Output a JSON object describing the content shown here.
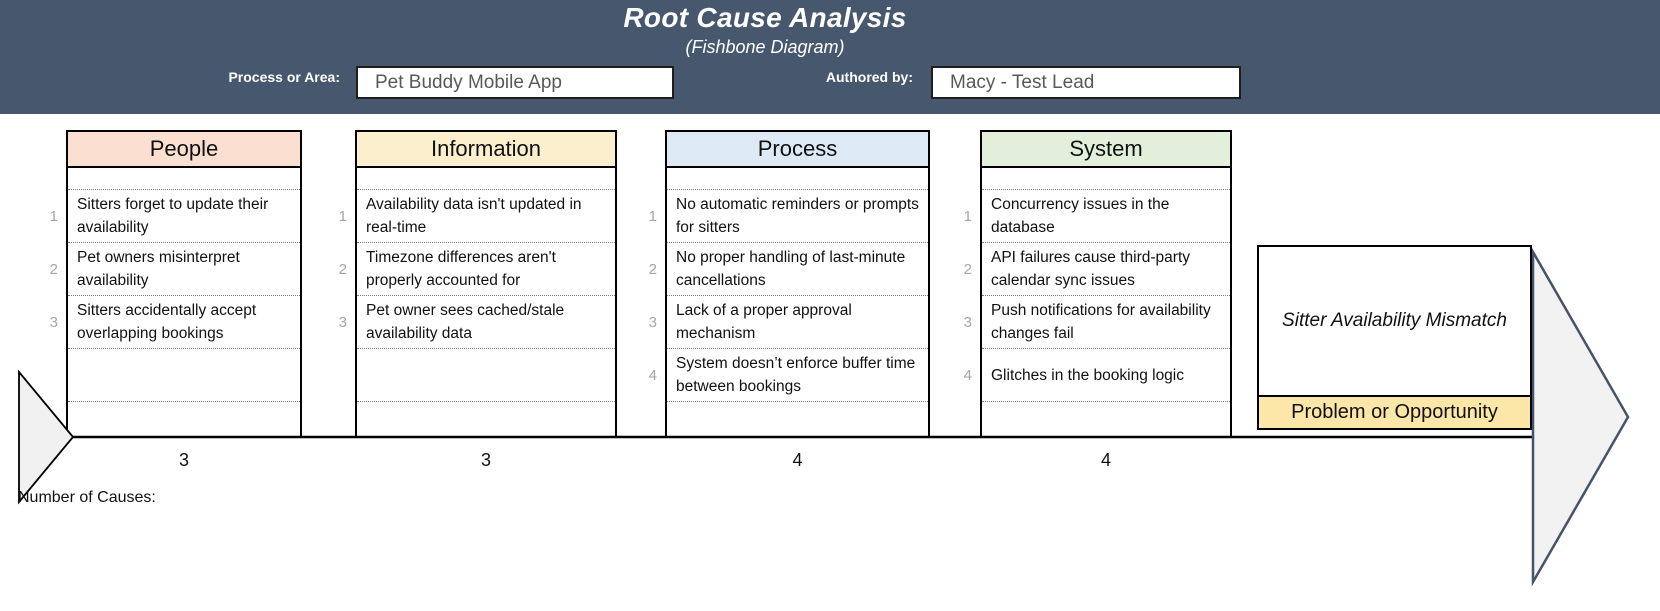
{
  "header": {
    "title": "Root Cause Analysis",
    "subtitle": "(Fishbone Diagram)",
    "process_label": "Process or Area:",
    "process_value": "Pet Buddy Mobile App",
    "authored_label": "Authored by:",
    "authored_value": "Macy - Test Lead"
  },
  "columns": [
    {
      "title": "People",
      "count": "3",
      "items": [
        {
          "num": "1",
          "text": "Sitters forget to update their availability"
        },
        {
          "num": "2",
          "text": "Pet owners misinterpret availability"
        },
        {
          "num": "3",
          "text": "Sitters accidentally accept overlapping bookings"
        }
      ]
    },
    {
      "title": "Information",
      "count": "3",
      "items": [
        {
          "num": "1",
          "text": "Availability data isn't updated in real-time"
        },
        {
          "num": "2",
          "text": "Timezone differences aren't properly accounted for"
        },
        {
          "num": "3",
          "text": "Pet owner sees cached/stale availability data"
        }
      ]
    },
    {
      "title": "Process",
      "count": "4",
      "items": [
        {
          "num": "1",
          "text": "No automatic reminders or prompts for sitters"
        },
        {
          "num": "2",
          "text": "No proper handling of last-minute cancellations"
        },
        {
          "num": "3",
          "text": "Lack of a proper approval mechanism"
        },
        {
          "num": "4",
          "text": "System doesn’t enforce buffer time between bookings"
        }
      ]
    },
    {
      "title": "System",
      "count": "4",
      "items": [
        {
          "num": "1",
          "text": "Concurrency issues in the database"
        },
        {
          "num": "2",
          "text": "API failures cause third-party calendar sync issues"
        },
        {
          "num": "3",
          "text": "Push notifications for availability changes fail"
        },
        {
          "num": "4",
          "text": "Glitches in the booking logic"
        }
      ]
    }
  ],
  "problem": {
    "statement": "Sitter Availability Mismatch",
    "band_label": "Problem or Opportunity"
  },
  "footer": {
    "causes_label": "Number of Causes:"
  },
  "colors": {
    "band_background": "#47586E",
    "people_header": "#FBDFD0",
    "information_header": "#FCEFCE",
    "process_header": "#DDEAF6",
    "system_header": "#E2EFDA",
    "problem_band": "#FCE6A8",
    "arrow_fill": "#F2F2F2",
    "arrow_stroke": "#44546A",
    "spine": "#000000"
  }
}
